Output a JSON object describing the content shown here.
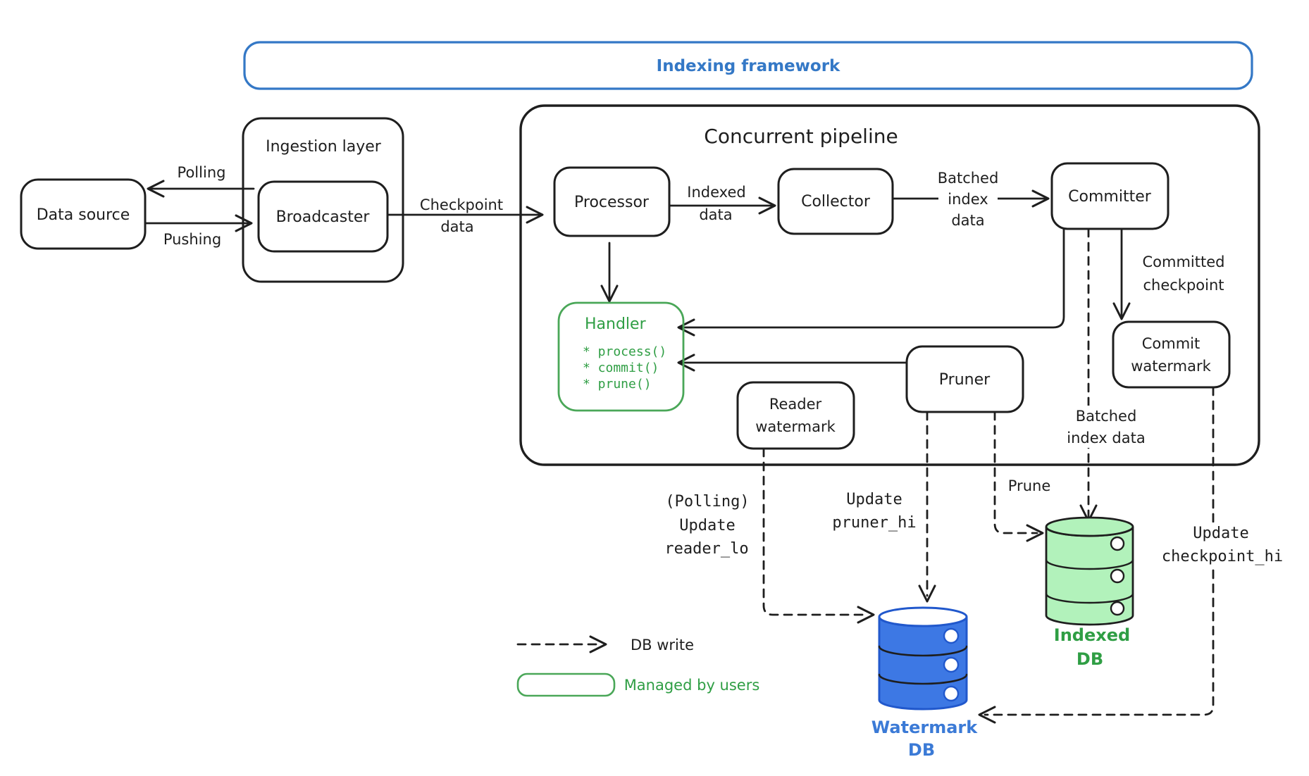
{
  "frames": {
    "indexing_framework": {
      "label": "Indexing framework"
    },
    "ingestion_layer": {
      "label": "Ingestion layer"
    },
    "concurrent_pipeline": {
      "label": "Concurrent pipeline"
    }
  },
  "nodes": {
    "data_source": {
      "label": "Data source"
    },
    "broadcaster": {
      "label": "Broadcaster"
    },
    "processor": {
      "label": "Processor"
    },
    "collector": {
      "label": "Collector"
    },
    "committer": {
      "label": "Committer"
    },
    "pruner": {
      "label": "Pruner"
    },
    "reader_watermark": {
      "lines": [
        "Reader",
        "watermark"
      ]
    },
    "commit_watermark": {
      "lines": [
        "Commit",
        "watermark"
      ]
    },
    "handler": {
      "title": "Handler",
      "methods": [
        "* process()",
        "* commit()",
        "* prune()"
      ]
    }
  },
  "edges": {
    "polling": {
      "label": "Polling"
    },
    "pushing": {
      "label": "Pushing"
    },
    "checkpoint_data": {
      "lines": [
        "Checkpoint",
        "data"
      ]
    },
    "indexed_data": {
      "lines": [
        "Indexed",
        "data"
      ]
    },
    "batched_index_data": {
      "lines": [
        "Batched",
        "index",
        "data"
      ]
    },
    "committed_checkpoint": {
      "lines": [
        "Committed",
        "checkpoint"
      ]
    },
    "batched_index_data_to_db": {
      "lines": [
        "Batched",
        "index data"
      ]
    },
    "prune": {
      "label": "Prune"
    },
    "update_reader_lo": {
      "lines": [
        "(Polling)",
        "Update",
        "reader_lo"
      ]
    },
    "update_pruner_hi": {
      "lines": [
        "Update",
        "pruner_hi"
      ]
    },
    "update_checkpoint_hi": {
      "lines": [
        "Update",
        "checkpoint_hi"
      ]
    }
  },
  "databases": {
    "watermark_db": {
      "lines": [
        "Watermark",
        "DB"
      ]
    },
    "indexed_db": {
      "lines": [
        "Indexed",
        "DB"
      ]
    }
  },
  "legend": {
    "db_write": "DB write",
    "managed_by_users": "Managed by users"
  },
  "colors": {
    "ink": "#1e1e1e",
    "frame_blue": "#3478c6",
    "green_text": "#2f9e44",
    "green_stroke": "#4aa758",
    "db_blue_fill": "#3d78e4",
    "db_blue_stroke": "#2158cc",
    "db_blue_text": "#3b7ad6",
    "db_green_fill": "#b2f2bb"
  }
}
